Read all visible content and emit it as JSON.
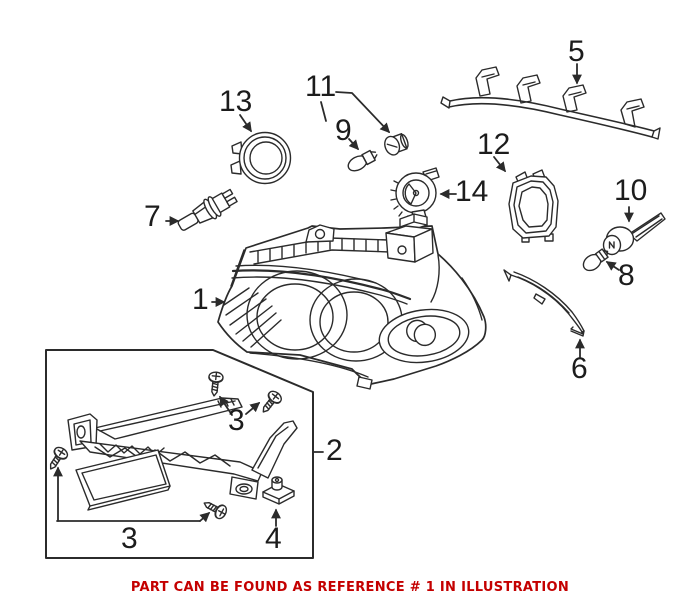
{
  "diagram": {
    "parts": [
      {
        "ref": "1"
      },
      {
        "ref": "2"
      },
      {
        "ref": "3"
      },
      {
        "ref": "3"
      },
      {
        "ref": "4"
      },
      {
        "ref": "5"
      },
      {
        "ref": "6"
      },
      {
        "ref": "7"
      },
      {
        "ref": "8"
      },
      {
        "ref": "9"
      },
      {
        "ref": "10"
      },
      {
        "ref": "11"
      },
      {
        "ref": "12"
      },
      {
        "ref": "13"
      },
      {
        "ref": "14"
      }
    ],
    "caption": {
      "text": "PART CAN BE FOUND AS REFERENCE # 1 IN ILLUSTRATION",
      "color": "#C40000"
    },
    "line_color": "#2B2B2B",
    "background": "#FFFFFF"
  }
}
